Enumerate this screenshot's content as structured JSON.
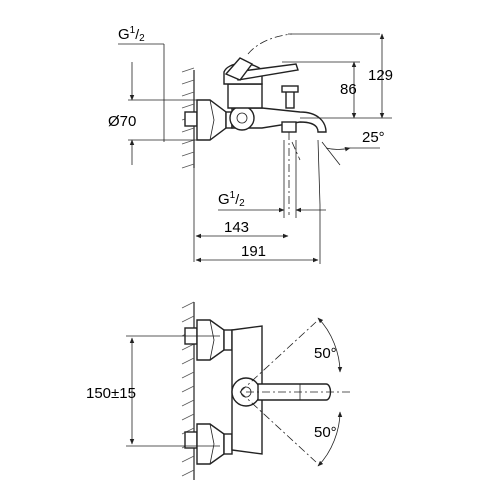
{
  "labels": {
    "g_top_thread": {
      "main": "G",
      "sup": "1",
      "slash": "/",
      "sub": "2"
    },
    "g_bottom_thread": {
      "main": "G",
      "sup": "1",
      "slash": "/",
      "sub": "2"
    },
    "dia_70": "Ø70",
    "h_129": "129",
    "h_86": "86",
    "angle_25": "25°",
    "w_143": "143",
    "w_191": "191",
    "spacing": "150±15",
    "angle_50_top": "50°",
    "angle_50_bottom": "50°"
  }
}
